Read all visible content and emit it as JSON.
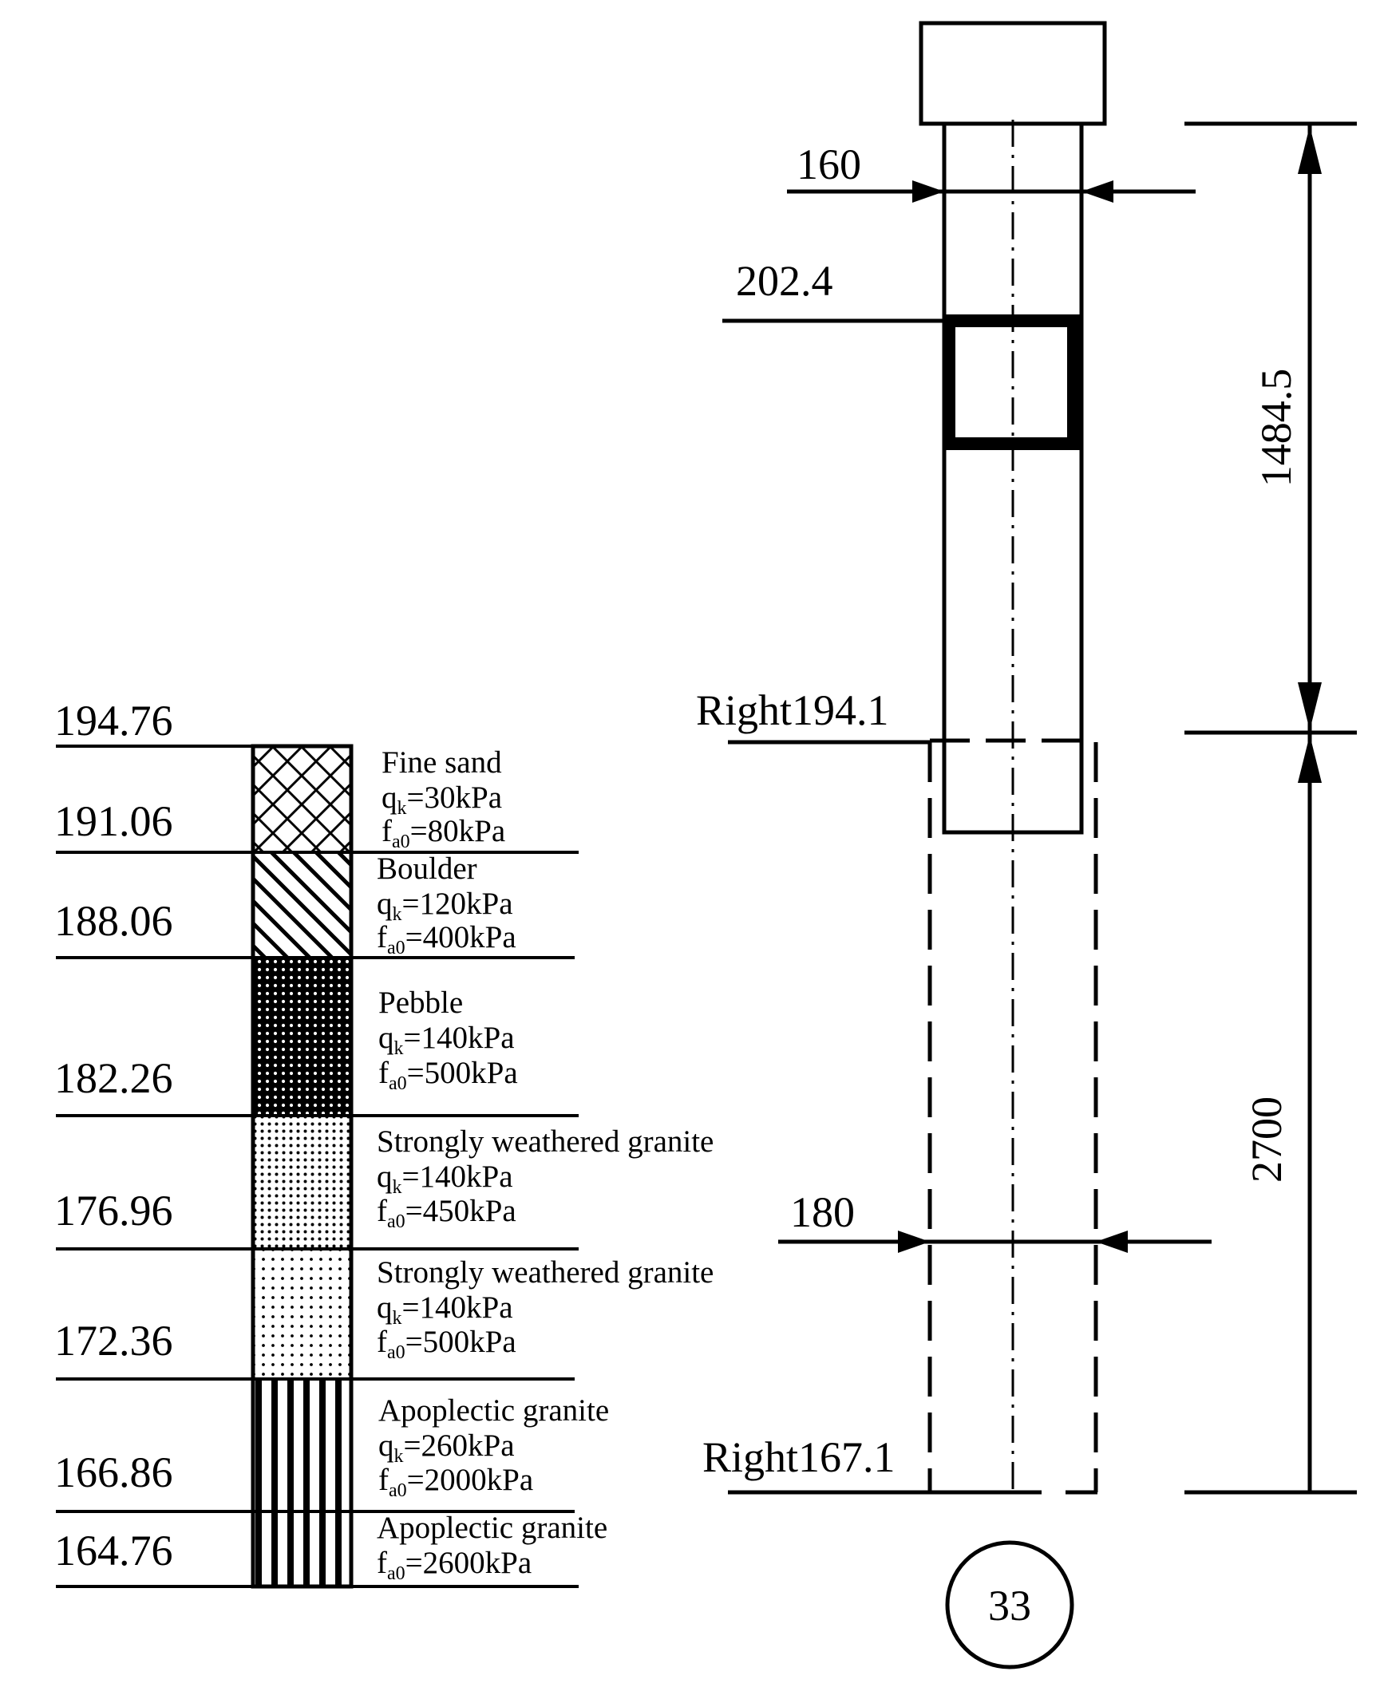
{
  "elevations": [
    "194.76",
    "191.06",
    "188.06",
    "182.26",
    "176.96",
    "172.36",
    "166.86",
    "164.76"
  ],
  "layers": [
    {
      "name": "Fine sand",
      "qk": "30kPa",
      "fa0": "80kPa"
    },
    {
      "name": "Boulder",
      "qk": "120kPa",
      "fa0": "400kPa"
    },
    {
      "name": "Pebble",
      "qk": "140kPa",
      "fa0": "500kPa"
    },
    {
      "name": "Strongly weathered granite",
      "qk": "140kPa",
      "fa0": "450kPa"
    },
    {
      "name": "Strongly weathered granite",
      "qk": "140kPa",
      "fa0": "500kPa"
    },
    {
      "name": "Apoplectic granite",
      "qk": "260kPa",
      "fa0": "2000kPa"
    },
    {
      "name": "Apoplectic granite",
      "fa0": "2600kPa"
    }
  ],
  "symbols": {
    "q": "q",
    "q_sub": "k",
    "f": "f",
    "f_sub": "a0",
    "eq": "="
  },
  "pile": {
    "upper_diameter": "160",
    "section_mark": "202.4",
    "ground_label": "Right194.1",
    "lower_diameter": "180",
    "tip_label": "Right167.1",
    "upper_length": "1484.5",
    "lower_length": "2700",
    "pier_number": "33"
  }
}
